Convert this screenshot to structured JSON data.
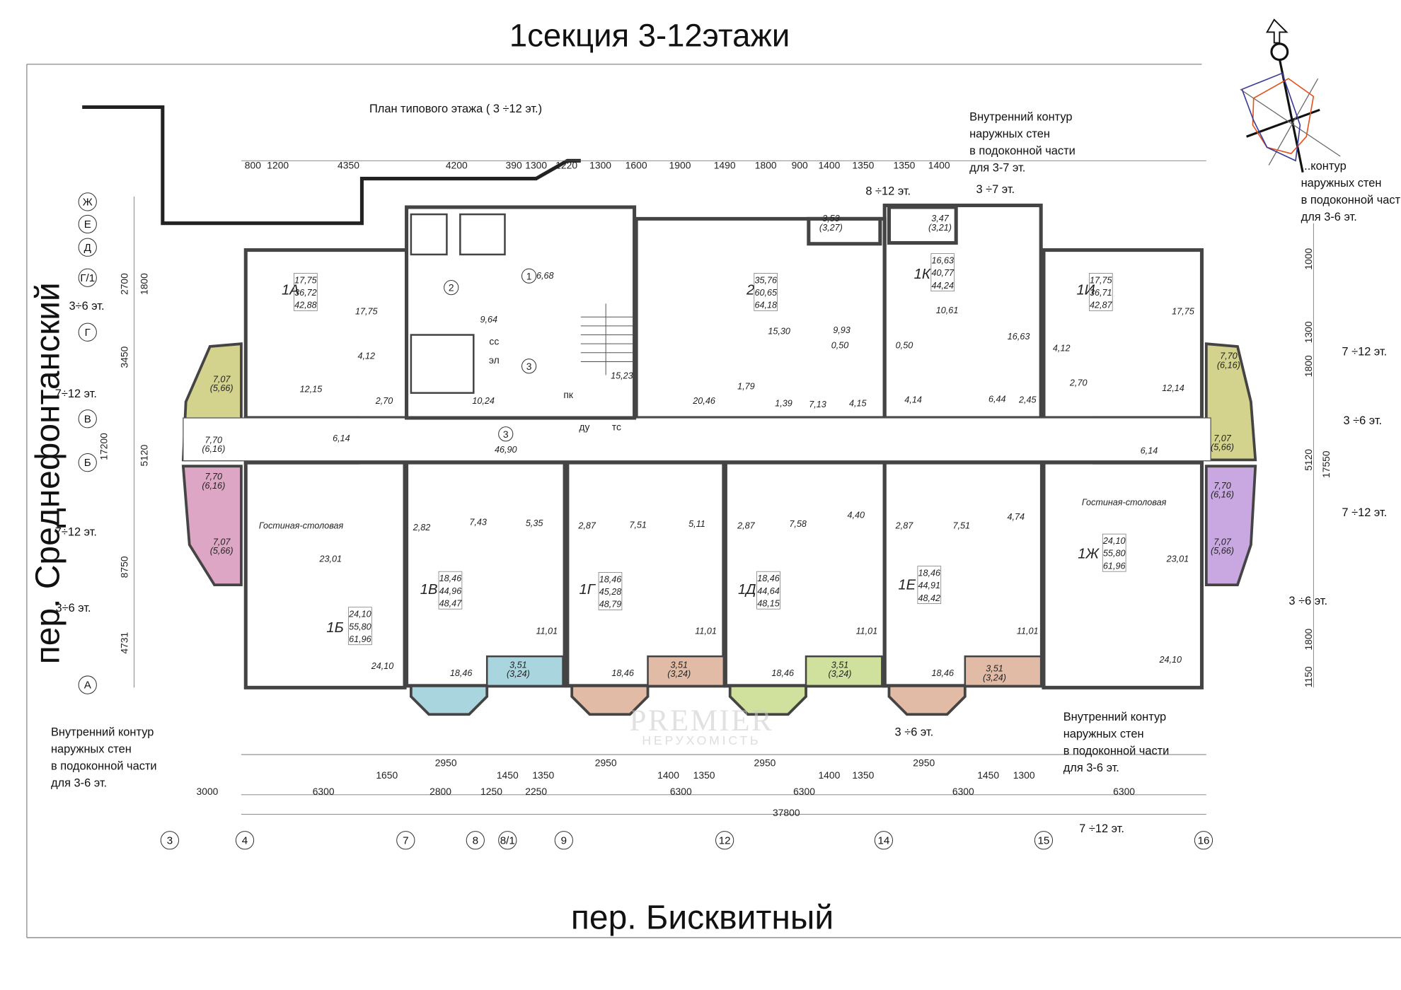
{
  "header": {
    "title": "1секция 3-12этажи",
    "plan_caption": "План типового этажа  ( 3 ÷12 эт.)"
  },
  "streets": {
    "left": "пер. Среднефонтанский",
    "bottom": "пер. Бисквитный"
  },
  "watermark": {
    "brand": "PREMIER",
    "sub": "НЕРУХОМІСТЬ"
  },
  "colors": {
    "olive": "#d3d38e",
    "pink": "#dca6c4",
    "blue": "#a9d5df",
    "cyan": "#8fd5df",
    "salmon": "#e2bba6",
    "green": "#cfe19c",
    "purple": "#c9a8e1"
  },
  "apartments": [
    {
      "label": "1А",
      "areas": [
        "17,75",
        "36,72",
        "42,88"
      ],
      "rooms": [
        "17,75",
        "4,12",
        "12,15",
        "2,70"
      ]
    },
    {
      "label": "2",
      "areas": [
        "35,76",
        "60,65",
        "64,18"
      ],
      "rooms": [
        "15,30",
        "9,93",
        "20,46",
        "1,79",
        "1,39",
        "7,13",
        "4,15",
        "0,50"
      ]
    },
    {
      "label": "1К",
      "areas": [
        "16,63",
        "40,77",
        "44,24"
      ],
      "rooms": [
        "10,61",
        "16,63",
        "4,14",
        "6,44",
        "2,45",
        "0,50"
      ]
    },
    {
      "label": "1И",
      "areas": [
        "17,75",
        "36,71",
        "42,87"
      ],
      "rooms": [
        "17,75",
        "4,12",
        "2,70",
        "12,14"
      ]
    },
    {
      "label": "1Б",
      "areas": [
        "24,10",
        "55,80",
        "61,96"
      ],
      "rooms": [
        "Гостиная-столовая",
        "23,01",
        "24,10",
        "6,14"
      ]
    },
    {
      "label": "1В",
      "areas": [
        "18,46",
        "44,96",
        "48,47"
      ],
      "rooms": [
        "7,43",
        "5,35",
        "18,46",
        "11,01",
        "2,82"
      ]
    },
    {
      "label": "1Г",
      "areas": [
        "18,46",
        "45,28",
        "48,79"
      ],
      "rooms": [
        "7,51",
        "5,11",
        "18,46",
        "11,01",
        "2,87"
      ]
    },
    {
      "label": "1Д",
      "areas": [
        "18,46",
        "44,64",
        "48,15"
      ],
      "rooms": [
        "7,58",
        "4,40",
        "18,46",
        "11,01",
        "2,87"
      ]
    },
    {
      "label": "1Е",
      "areas": [
        "18,46",
        "44,91",
        "48,42"
      ],
      "rooms": [
        "7,51",
        "4,74",
        "18,46",
        "11,01",
        "2,87"
      ]
    },
    {
      "label": "1Ж",
      "areas": [
        "24,10",
        "55,80",
        "61,96"
      ],
      "rooms": [
        "Гостиная-столовая",
        "23,01",
        "24,10",
        "6,14"
      ]
    }
  ],
  "balconies": [
    "3,51",
    "(3,24)",
    "3,51",
    "(3,24)",
    "3,51",
    "(3,24)",
    "3,51",
    "(3,24)",
    "3,53",
    "(3,27)",
    "3,47",
    "(3,21)",
    "7,07",
    "(5,66)",
    "7,70",
    "(6,16)",
    "7,70",
    "(6,16)",
    "7,07",
    "(5,66)",
    "7,70",
    "(6,16)",
    "7,07",
    "(5,66)",
    "7,70",
    "(6,16)",
    "7,07",
    "(5,66)"
  ],
  "core": [
    "6,68",
    "9,64",
    "10,24",
    "15,23",
    "46,90",
    "1",
    "2",
    "3",
    "3",
    "сс",
    "эл",
    "пк",
    "ду",
    "тс"
  ],
  "axes_bottom": [
    "3",
    "4",
    "7",
    "8",
    "8/1",
    "9",
    "12",
    "14",
    "15",
    "16"
  ],
  "axes_left": [
    "Ж",
    "Е",
    "Д",
    "Г/1",
    "Г",
    "В",
    "Б",
    "А"
  ],
  "dims_top": [
    "800",
    "1200",
    "4350",
    "4200",
    "390",
    "1300",
    "1220",
    "1300",
    "1600",
    "1900",
    "1490",
    "1800",
    "900",
    "1400",
    "1350",
    "1350",
    "1400"
  ],
  "dims_bottom": [
    "3000",
    "6300",
    "2800",
    "1250",
    "2250",
    "6300",
    "6300",
    "6300",
    "6300",
    "37800"
  ],
  "dims_mid": [
    "2950",
    "2950",
    "2950",
    "2950",
    "1650",
    "1450",
    "1350",
    "1400",
    "1350",
    "1400",
    "1350",
    "1450",
    "1300"
  ],
  "dims_left": [
    "17200",
    "8750",
    "4731",
    "3450",
    "5120",
    "2700",
    "1800"
  ],
  "dims_right": [
    "17550",
    "5120",
    "1800",
    "1300",
    "1000",
    "1800",
    "1150"
  ],
  "floor_notes": [
    "3÷6 эт.",
    "7÷12 эт.",
    "7÷12 эт.",
    "3÷6 эт.",
    "7 ÷12 эт.",
    "3 ÷6 эт.",
    "7 ÷12 эт.",
    "3 ÷6 эт.",
    "8 ÷12 эт.",
    "3 ÷7 эт.",
    "3 ÷6 эт.",
    "7 ÷12 эт."
  ],
  "contour_notes": [
    [
      "Внутренний контур",
      "наружных стен",
      "в подоконной части",
      "для  3-7 эт."
    ],
    [
      "Внутренний контур",
      "наружных стен",
      "в подоконной части",
      "для  3-6 эт."
    ],
    [
      "Внутренний контур",
      "наружных стен",
      "в подоконной части",
      "для  3-6 эт."
    ],
    [
      "...контур",
      "наружных стен",
      "в подоконной части",
      "для  3-6 эт."
    ]
  ]
}
